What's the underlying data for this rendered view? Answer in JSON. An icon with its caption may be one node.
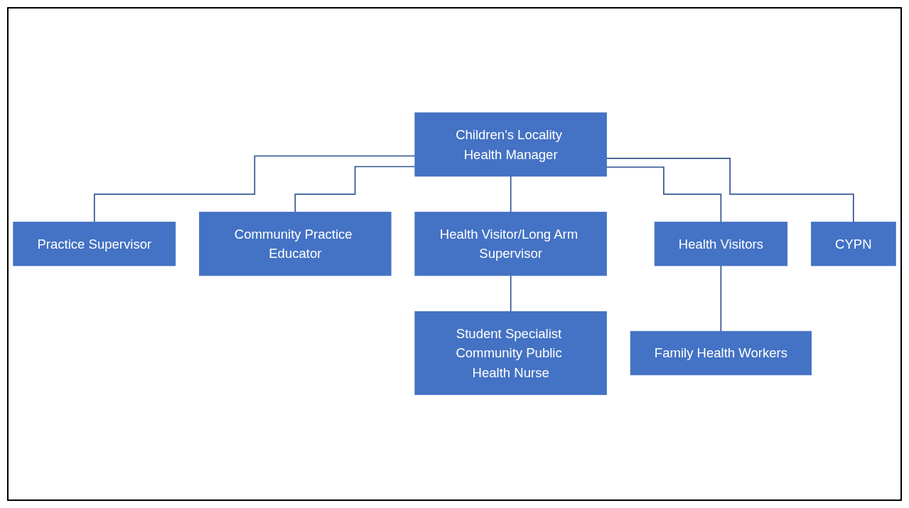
{
  "diagram": {
    "nodes": [
      {
        "text": [
          "Children's Locality Health Manager"
        ]
      },
      {
        "text": [
          "Practice Supervisor"
        ]
      },
      {
        "text": [
          "Community Practice Educator"
        ]
      },
      {
        "text": [
          "Health Visitor/Long Arm Supervisor"
        ]
      },
      {
        "text": [
          "Health Visitors"
        ]
      },
      {
        "text": [
          "CYPN"
        ]
      },
      {
        "text": [
          "Student Specialist Community Public Health Nurse"
        ]
      },
      {
        "text": [
          "Family Health Workers"
        ]
      }
    ],
    "edges": [
      {
        "from": 0,
        "to": 1,
        "arrow": "none"
      },
      {
        "from": 0,
        "to": 2,
        "arrow": "none"
      },
      {
        "from": 0,
        "to": 3,
        "arrow": "none"
      },
      {
        "from": 0,
        "to": 4,
        "arrow": "none"
      },
      {
        "from": 0,
        "to": 5,
        "arrow": "none"
      },
      {
        "from": 3,
        "to": 6,
        "arrow": "none"
      },
      {
        "from": 4,
        "to": 7,
        "arrow": "none"
      }
    ]
  }
}
